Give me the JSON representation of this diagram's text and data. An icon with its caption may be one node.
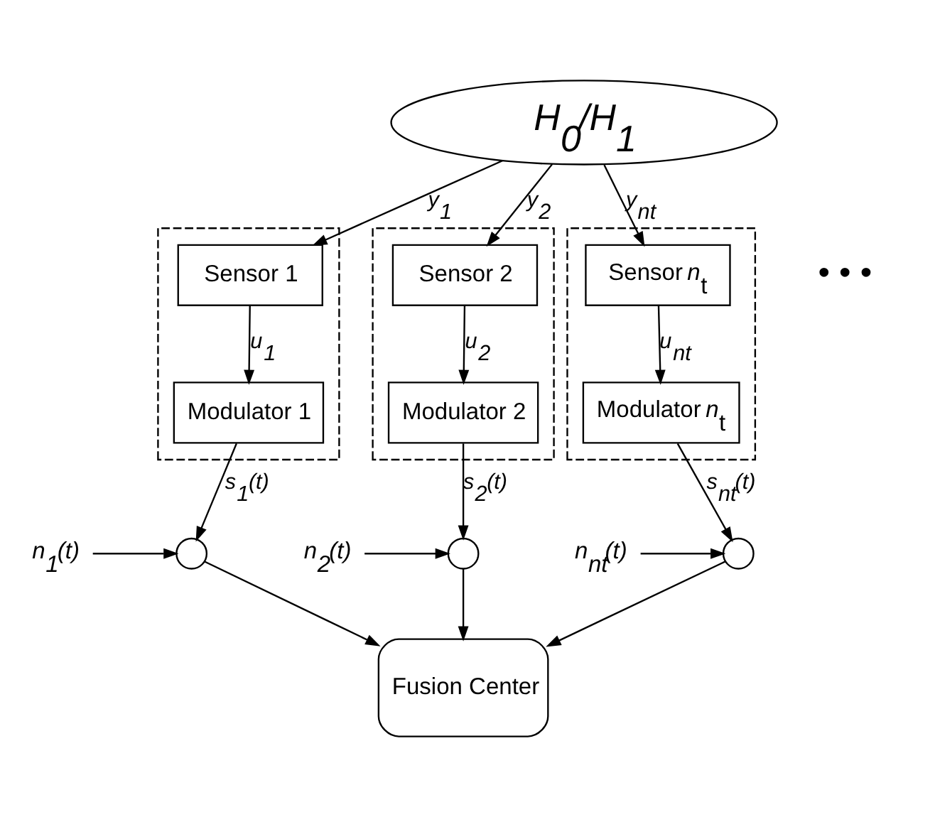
{
  "diagram": {
    "nodes": [
      {
        "text": [
          "H$_{0}$/H$_{1}$"
        ]
      },
      {
        "text": [],
        "shape": "box"
      },
      {
        "text": [
          "Sensor 1"
        ],
        "in": 1
      },
      {
        "text": [
          "Modulator 1"
        ],
        "in": 1
      },
      {
        "text": [],
        "shape": "box"
      },
      {
        "text": [
          "Sensor 2"
        ],
        "in": 4
      },
      {
        "text": [
          "Modulator 2"
        ],
        "in": 4
      },
      {
        "text": [],
        "shape": "box"
      },
      {
        "text": [
          "Sensor *n*$_{t}$"
        ],
        "in": 7
      },
      {
        "text": [
          "Modulator *n*$_{t}$"
        ],
        "in": 7
      },
      {
        "text": [
          "n$_{1}$(t)"
        ]
      },
      {
        "text": [],
        "shape": "circle"
      },
      {
        "text": [
          "n$_{2}$(t)"
        ]
      },
      {
        "text": [],
        "shape": "circle"
      },
      {
        "text": [
          "n$_{nt}$(t)"
        ]
      },
      {
        "text": [],
        "shape": "circle"
      },
      {
        "text": [
          "Fusion Center"
        ]
      }
    ],
    "edges": [
      {
        "from": 0,
        "to": 2,
        "arrow": "to",
        "label": "y$_{1}$"
      },
      {
        "from": 0,
        "to": 5,
        "arrow": "to",
        "label": "y$_{2}$"
      },
      {
        "from": 0,
        "to": 8,
        "arrow": "to",
        "label": "y$_{nt}$"
      },
      {
        "from": 2,
        "to": 3,
        "arrow": "to",
        "label": "u$_{1}$"
      },
      {
        "from": 5,
        "to": 6,
        "arrow": "to",
        "label": "u$_{2}$"
      },
      {
        "from": 8,
        "to": 9,
        "arrow": "to",
        "label": "u$_{nt}$"
      },
      {
        "from": 3,
        "to": 11,
        "arrow": "to",
        "label": "s$_{1}$(t)"
      },
      {
        "from": 6,
        "to": 13,
        "arrow": "to",
        "label": "s$_{2}$(t)"
      },
      {
        "from": 9,
        "to": 15,
        "arrow": "to",
        "label": "s$_{nt}$(t)"
      },
      {
        "from": 10,
        "to": 11,
        "arrow": "to"
      },
      {
        "from": 12,
        "to": 13,
        "arrow": "to"
      },
      {
        "from": 14,
        "to": 15,
        "arrow": "to"
      },
      {
        "from": 11,
        "to": 16,
        "arrow": "to"
      },
      {
        "from": 13,
        "to": 16,
        "arrow": "to"
      },
      {
        "from": 15,
        "to": 16,
        "arrow": "to"
      }
    ],
    "labels": [
      "• • •"
    ]
  }
}
